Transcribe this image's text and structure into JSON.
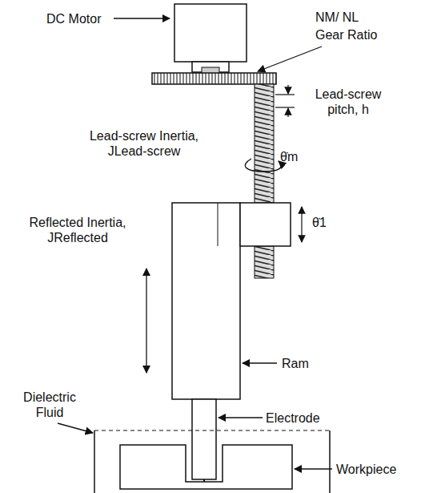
{
  "diagram": {
    "labels": [
      "DC Motor",
      "NM/ NL",
      "Gear Ratio",
      "Lead-screw pitch, h",
      "Lead-screw Inertia, JLead-screw",
      "θ̇m",
      "θ̇1",
      "Reflected Inertia, JReflected",
      "Dielectric Fluid",
      "Ram",
      "Electrode",
      "Workpiece"
    ]
  }
}
